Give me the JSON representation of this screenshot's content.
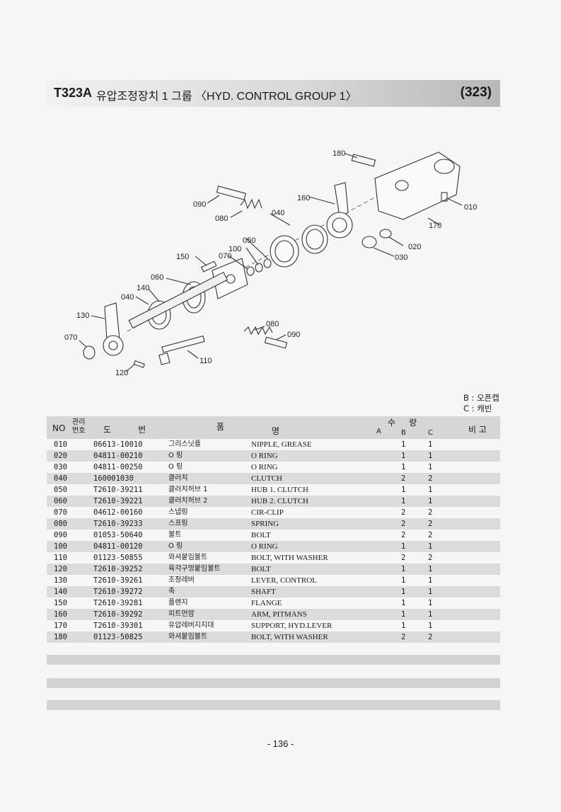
{
  "header": {
    "code": "T323A",
    "title": "유압조정장치 1 그룹 〈HYD. CONTROL GROUP 1〉",
    "page_ref": "(323)"
  },
  "diagram": {
    "callouts": [
      "180",
      "090",
      "080",
      "160",
      "040",
      "010",
      "170",
      "020",
      "030",
      "100",
      "050",
      "150",
      "070",
      "060",
      "140",
      "040",
      "130",
      "070",
      "080",
      "090",
      "110",
      "120"
    ]
  },
  "legend": {
    "b": "B : 오픈캡",
    "c": "C : 캐빈"
  },
  "table": {
    "headers": {
      "no": "NO",
      "mgmt": "관리\n번호",
      "part_no": "도          번",
      "name_kor": "품",
      "name_eng": "명",
      "qty": "수     량",
      "qa": "A",
      "qb": "B",
      "qc": "C",
      "remarks": "비 고"
    },
    "rows": [
      {
        "no": "010",
        "part": "06613-10010",
        "kor": "그리스닛플",
        "name": "NIPPLE, GREASE",
        "b": "1",
        "c": "1"
      },
      {
        "no": "020",
        "part": "04811-00210",
        "kor": "O 링",
        "name": "O RING",
        "b": "1",
        "c": "1"
      },
      {
        "no": "030",
        "part": "04811-00250",
        "kor": "O 링",
        "name": "O RING",
        "b": "1",
        "c": "1"
      },
      {
        "no": "040",
        "part": "160001030",
        "kor": "클러치",
        "name": "CLUTCH",
        "b": "2",
        "c": "2"
      },
      {
        "no": "050",
        "part": "T2610-39211",
        "kor": "클러치허브 1",
        "name": "HUB 1. CLUTCH",
        "b": "1",
        "c": "1"
      },
      {
        "no": "060",
        "part": "T2610-39221",
        "kor": "클러치허브 2",
        "name": "HUB 2. CLUTCH",
        "b": "1",
        "c": "1"
      },
      {
        "no": "070",
        "part": "04612-00160",
        "kor": "스냅링",
        "name": "CIR-CLIP",
        "b": "2",
        "c": "2"
      },
      {
        "no": "080",
        "part": "T2610-39233",
        "kor": "스프링",
        "name": "SPRING",
        "b": "2",
        "c": "2"
      },
      {
        "no": "090",
        "part": "01053-50640",
        "kor": "볼트",
        "name": "BOLT",
        "b": "2",
        "c": "2"
      },
      {
        "no": "100",
        "part": "04811-00120",
        "kor": "O 링",
        "name": "O RING",
        "b": "1",
        "c": "1"
      },
      {
        "no": "110",
        "part": "01123-50855",
        "kor": "와셔붙임볼트",
        "name": "BOLT, WITH WASHER",
        "b": "2",
        "c": "2"
      },
      {
        "no": "120",
        "part": "T2610-39252",
        "kor": "육각구멍붙임볼트",
        "name": "BOLT",
        "b": "1",
        "c": "1"
      },
      {
        "no": "130",
        "part": "T2610-39261",
        "kor": "조정레버",
        "name": "LEVER, CONTROL",
        "b": "1",
        "c": "1"
      },
      {
        "no": "140",
        "part": "T2610-39272",
        "kor": "축",
        "name": "SHAFT",
        "b": "1",
        "c": "1"
      },
      {
        "no": "150",
        "part": "T2610-39281",
        "kor": "플렌지",
        "name": "FLANGE",
        "b": "1",
        "c": "1"
      },
      {
        "no": "160",
        "part": "T2610-39292",
        "kor": "피트먼암",
        "name": "ARM, PITMANS",
        "b": "1",
        "c": "1"
      },
      {
        "no": "170",
        "part": "T2610-39301",
        "kor": "유압레버지지대",
        "name": "SUPPORT, HYD.LEVER",
        "b": "1",
        "c": "1"
      },
      {
        "no": "180",
        "part": "01123-50825",
        "kor": "와셔붙임볼트",
        "name": "BOLT, WITH WASHER",
        "b": "2",
        "c": "2"
      }
    ]
  },
  "footer": {
    "page": "- 136 -"
  }
}
